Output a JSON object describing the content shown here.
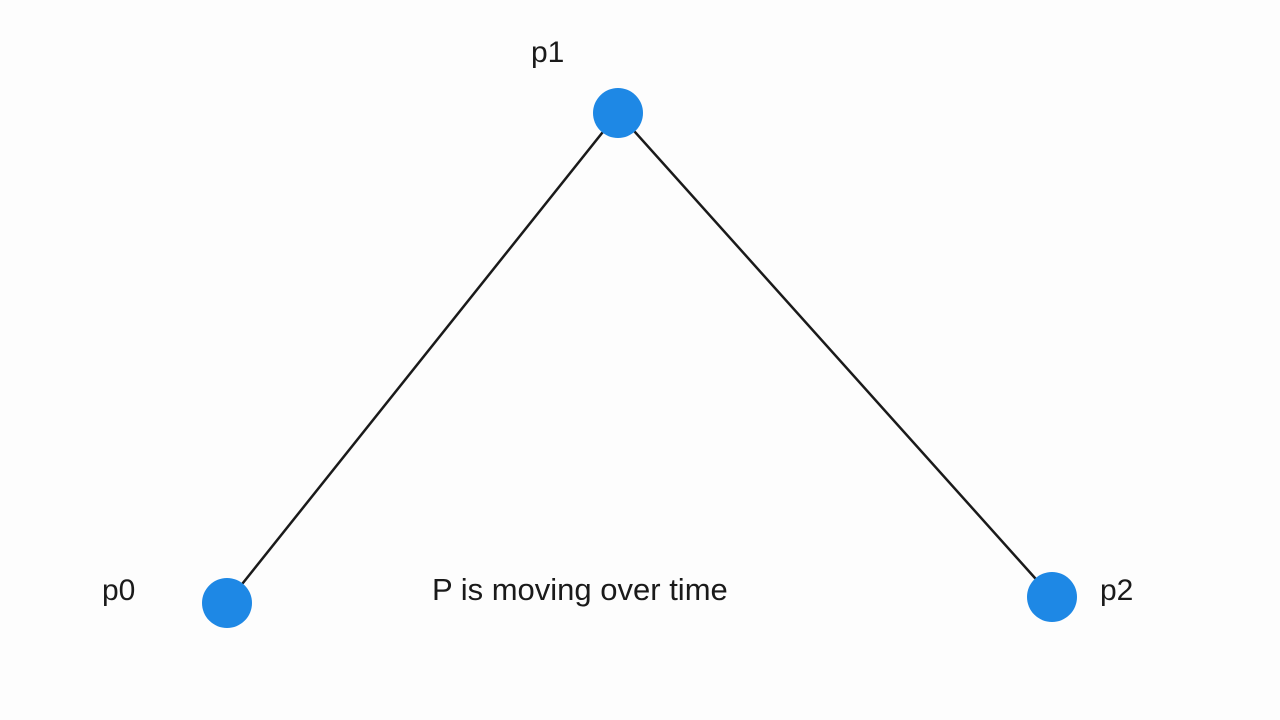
{
  "points": [
    {
      "id": "p0",
      "label": "p0"
    },
    {
      "id": "p1",
      "label": "p1"
    },
    {
      "id": "p2",
      "label": "p2"
    }
  ],
  "caption": "P is moving over time",
  "colors": {
    "point_fill": "#1e88e5",
    "line_stroke": "#1a1a1a",
    "background": "#fdfdfd",
    "text": "#1a1a1a"
  }
}
